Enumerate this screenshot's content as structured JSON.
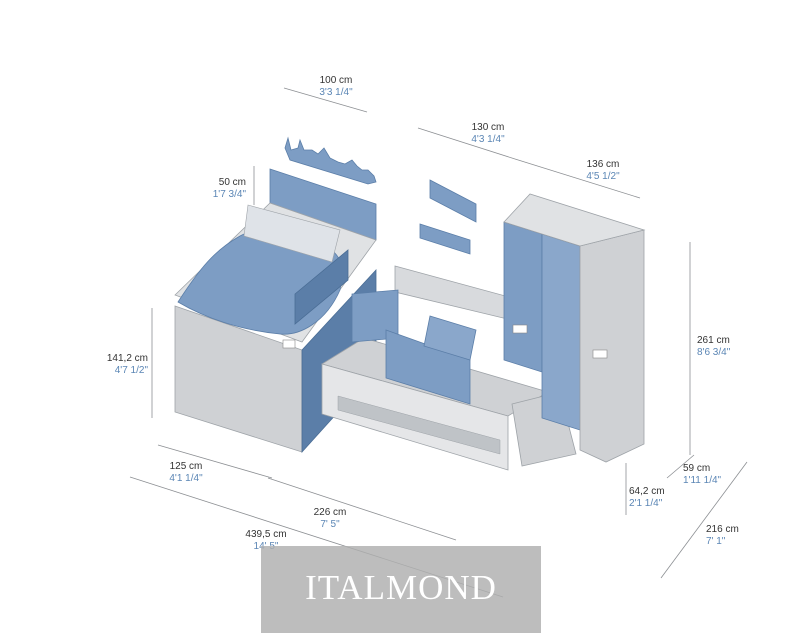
{
  "dimensions": {
    "shelf_width": {
      "cm": "100 cm",
      "in": "3'3 1/4\""
    },
    "desk_width": {
      "cm": "130 cm",
      "in": "4'3 1/4\""
    },
    "wardrobe_width": {
      "cm": "136 cm",
      "in": "4'5 1/2\""
    },
    "shelf_height": {
      "cm": "50 cm",
      "in": "1'7 3/4\""
    },
    "bed_height": {
      "cm": "141,2 cm",
      "in": "4'7 1/2\""
    },
    "wardrobe_height": {
      "cm": "261 cm",
      "in": "8'6 3/4\""
    },
    "bed_depth": {
      "cm": "125 cm",
      "in": "4'1 1/4\""
    },
    "bed_length": {
      "cm": "226 cm",
      "in": "7' 5\""
    },
    "total_length": {
      "cm": "439,5 cm",
      "in": "14' 5\""
    },
    "step_height": {
      "cm": "64,2 cm",
      "in": "2'1 1/4\""
    },
    "wardrobe_depth": {
      "cm": "59 cm",
      "in": "1'11 1/4\""
    },
    "total_depth": {
      "cm": "216 cm",
      "in": "7' 1\""
    }
  },
  "watermark": "ITALMOND",
  "colors": {
    "blue": "#7d9dc4",
    "blue_dark": "#5b7ea8",
    "grey": "#cfd1d4",
    "grey_dark": "#a9adb2",
    "inch_text": "#5b86b5"
  }
}
